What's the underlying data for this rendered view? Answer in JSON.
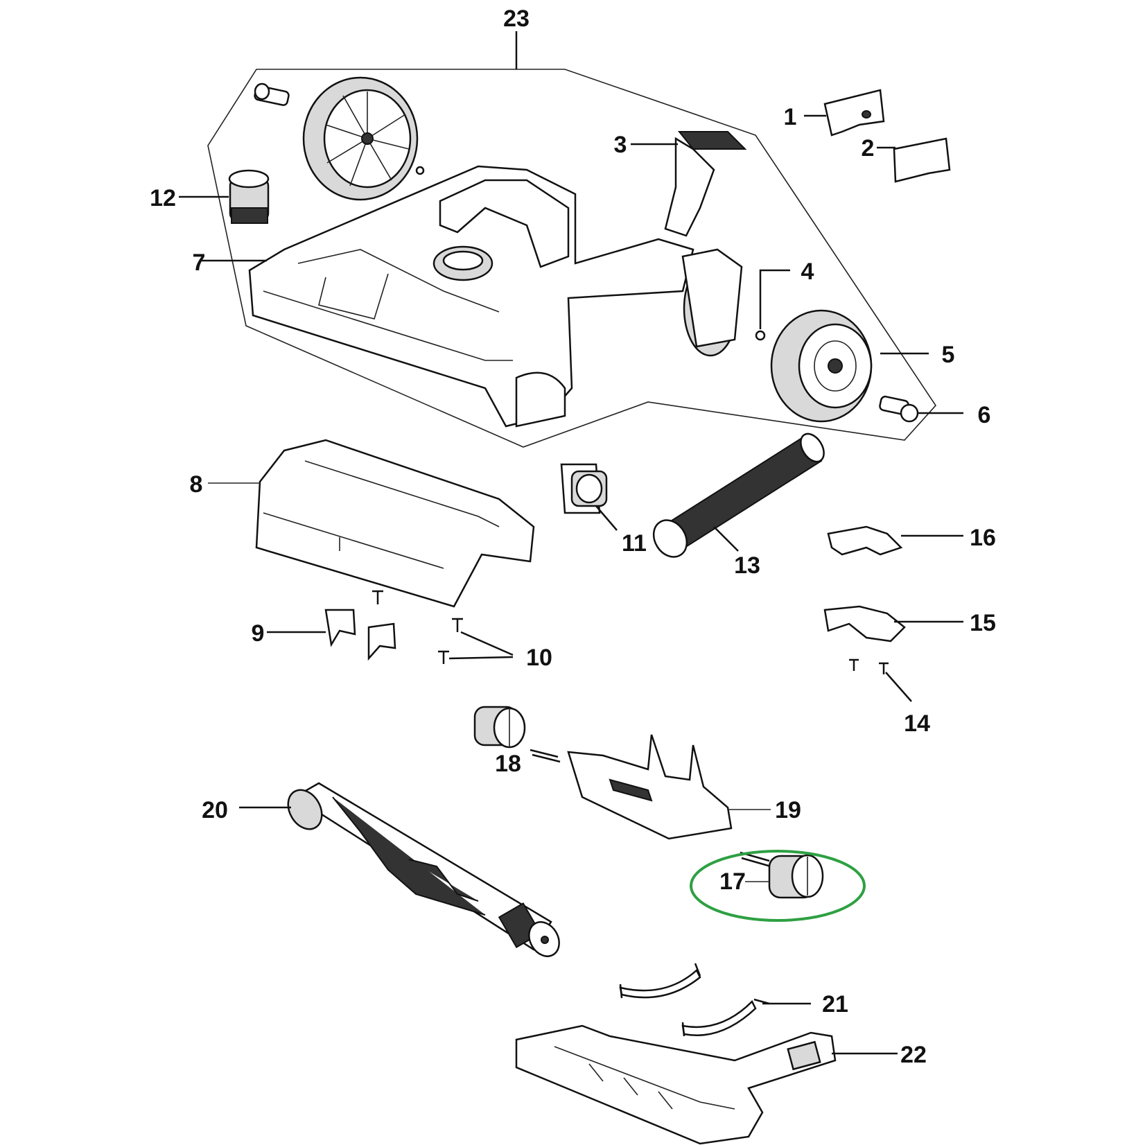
{
  "labels": {
    "p1": "1",
    "p2": "2",
    "p3": "3",
    "p4": "4",
    "p5": "5",
    "p6": "6",
    "p7": "7",
    "p8": "8",
    "p9": "9",
    "p10": "10",
    "p11": "11",
    "p12": "12",
    "p13": "13",
    "p14": "14",
    "p15": "15",
    "p16": "16",
    "p17": "17",
    "p18": "18",
    "p19": "19",
    "p20": "20",
    "p21": "21",
    "p22": "22",
    "p23": "23"
  },
  "colors": {
    "line": "#111111",
    "highlight": "#2ea043",
    "background": "#ffffff"
  }
}
